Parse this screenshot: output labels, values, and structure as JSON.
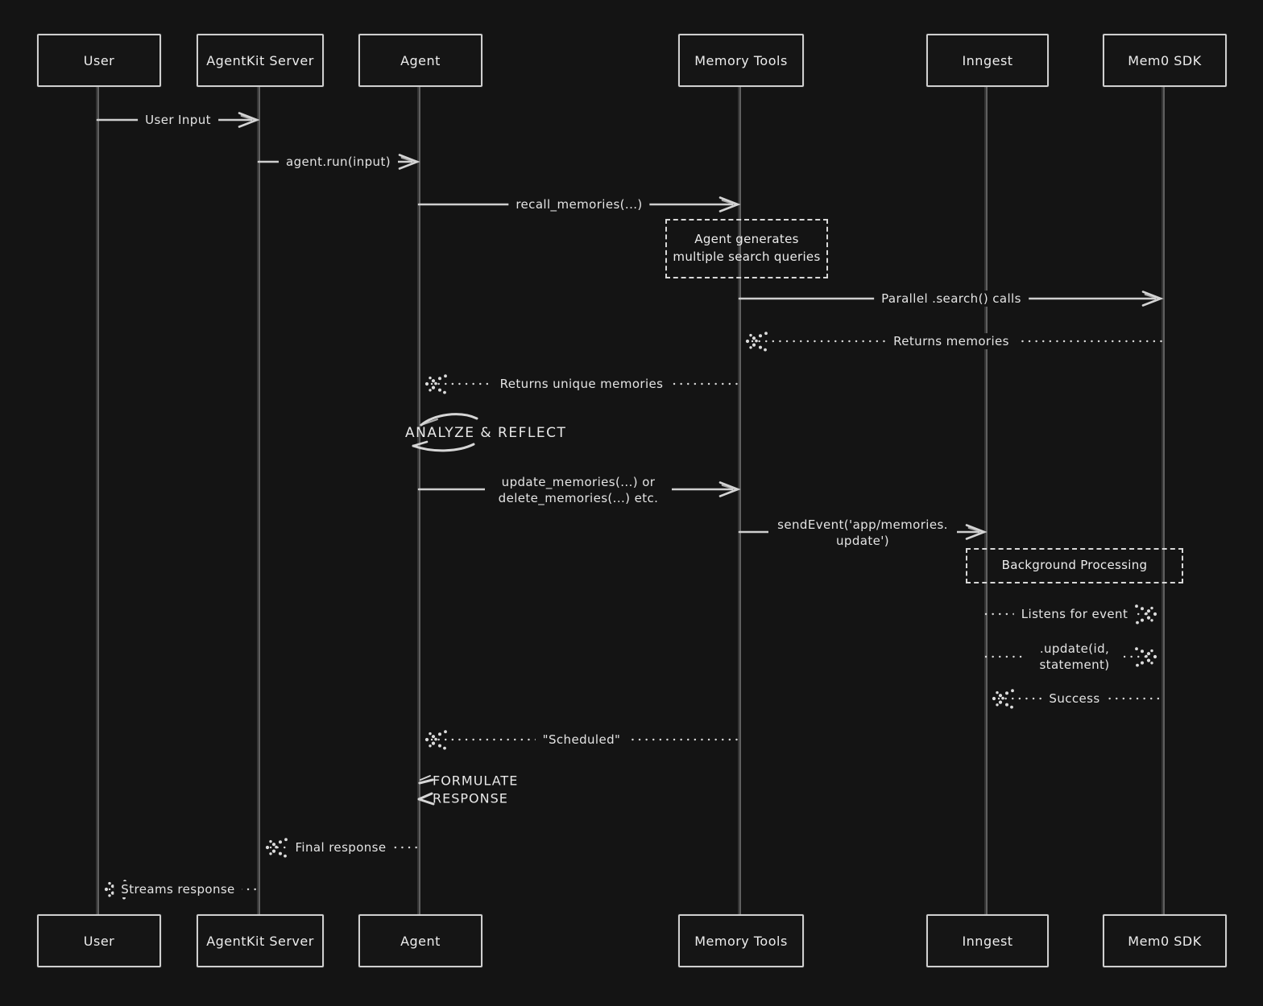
{
  "diagram_type": "sequence-diagram",
  "colors": {
    "background": "#141414",
    "stroke": "#d4d4d4",
    "text": "#e9e9e9"
  },
  "actors": [
    {
      "name": "User"
    },
    {
      "name": "AgentKit Server"
    },
    {
      "name": "Agent"
    },
    {
      "name": "Memory Tools"
    },
    {
      "name": "Inngest"
    },
    {
      "name": "Mem0 SDK"
    }
  ],
  "messages": [
    {
      "label": "User Input",
      "from": "User",
      "to": "AgentKit Server",
      "line": "solid"
    },
    {
      "label": "agent.run(input)",
      "from": "AgentKit Server",
      "to": "Agent",
      "line": "solid"
    },
    {
      "label": "recall_memories(...)",
      "from": "Agent",
      "to": "Memory Tools",
      "line": "solid"
    },
    {
      "label": "Parallel .search() calls",
      "from": "Memory Tools",
      "to": "Mem0 SDK",
      "line": "solid"
    },
    {
      "label": "Returns memories",
      "from": "Mem0 SDK",
      "to": "Memory Tools",
      "line": "dotted"
    },
    {
      "label": "Returns unique memories",
      "from": "Memory Tools",
      "to": "Agent",
      "line": "dotted"
    },
    {
      "label": "update_memories(...) or delete_memories(...) etc.",
      "from": "Agent",
      "to": "Memory Tools",
      "line": "solid"
    },
    {
      "label": "sendEvent('app/memories.update')",
      "from": "Memory Tools",
      "to": "Inngest",
      "line": "solid"
    },
    {
      "label": "Listens for event",
      "from": "Inngest",
      "to": "Mem0 SDK",
      "line": "dotted"
    },
    {
      "label": ".update(id, statement)",
      "from": "Inngest",
      "to": "Mem0 SDK",
      "line": "dotted"
    },
    {
      "label": "Success",
      "from": "Mem0 SDK",
      "to": "Inngest",
      "line": "dotted"
    },
    {
      "label": "\"Scheduled\"",
      "from": "Memory Tools",
      "to": "Agent",
      "line": "dotted"
    },
    {
      "label": "Final response",
      "from": "Agent",
      "to": "AgentKit Server",
      "line": "dotted"
    },
    {
      "label": "Streams response",
      "from": "AgentKit Server",
      "to": "User",
      "line": "dotted"
    }
  ],
  "self_actions": [
    {
      "label": "ANALYZE & REFLECT",
      "actor": "Agent"
    },
    {
      "label": "FORMULATE RESPONSE",
      "actor": "Agent"
    }
  ],
  "notes": [
    {
      "label": "Agent generates multiple search queries",
      "over": "Memory Tools"
    },
    {
      "label": "Background Processing",
      "over": "Inngest, Mem0 SDK"
    }
  ]
}
